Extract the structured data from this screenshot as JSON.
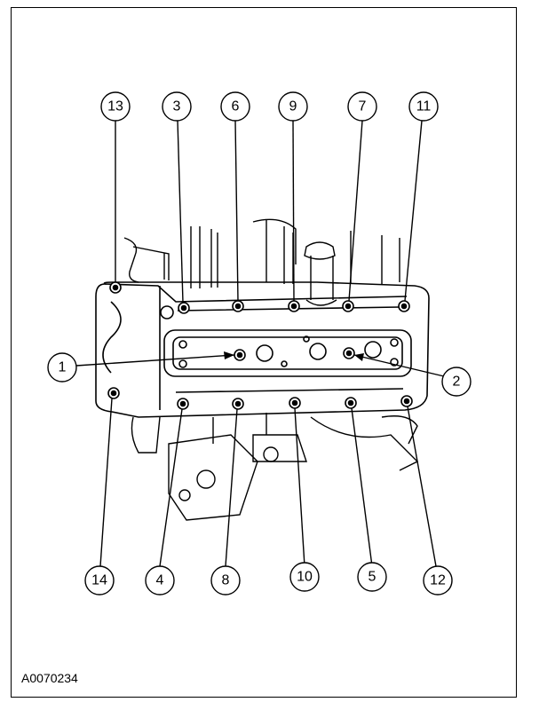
{
  "figure": {
    "id": "A0070234"
  },
  "callouts": [
    {
      "label": "13"
    },
    {
      "label": "3"
    },
    {
      "label": "6"
    },
    {
      "label": "9"
    },
    {
      "label": "7"
    },
    {
      "label": "11"
    },
    {
      "label": "1"
    },
    {
      "label": "2"
    },
    {
      "label": "14"
    },
    {
      "label": "4"
    },
    {
      "label": "8"
    },
    {
      "label": "10"
    },
    {
      "label": "5"
    },
    {
      "label": "12"
    }
  ],
  "colors": {
    "line": "#000000",
    "background": "#ffffff"
  }
}
